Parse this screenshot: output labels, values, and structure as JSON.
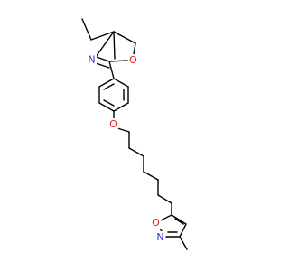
{
  "molecule": {
    "atoms": {
      "n_oxazoline": {
        "label": "N",
        "color": "#2b2bd6"
      },
      "o_oxazoline": {
        "label": "O",
        "color": "#e8201a"
      },
      "o_ether": {
        "label": "O",
        "color": "#e8201a"
      },
      "o_isoxazole": {
        "label": "O",
        "color": "#e8201a"
      },
      "n_isoxazole": {
        "label": "N",
        "color": "#2b2bd6"
      }
    }
  }
}
